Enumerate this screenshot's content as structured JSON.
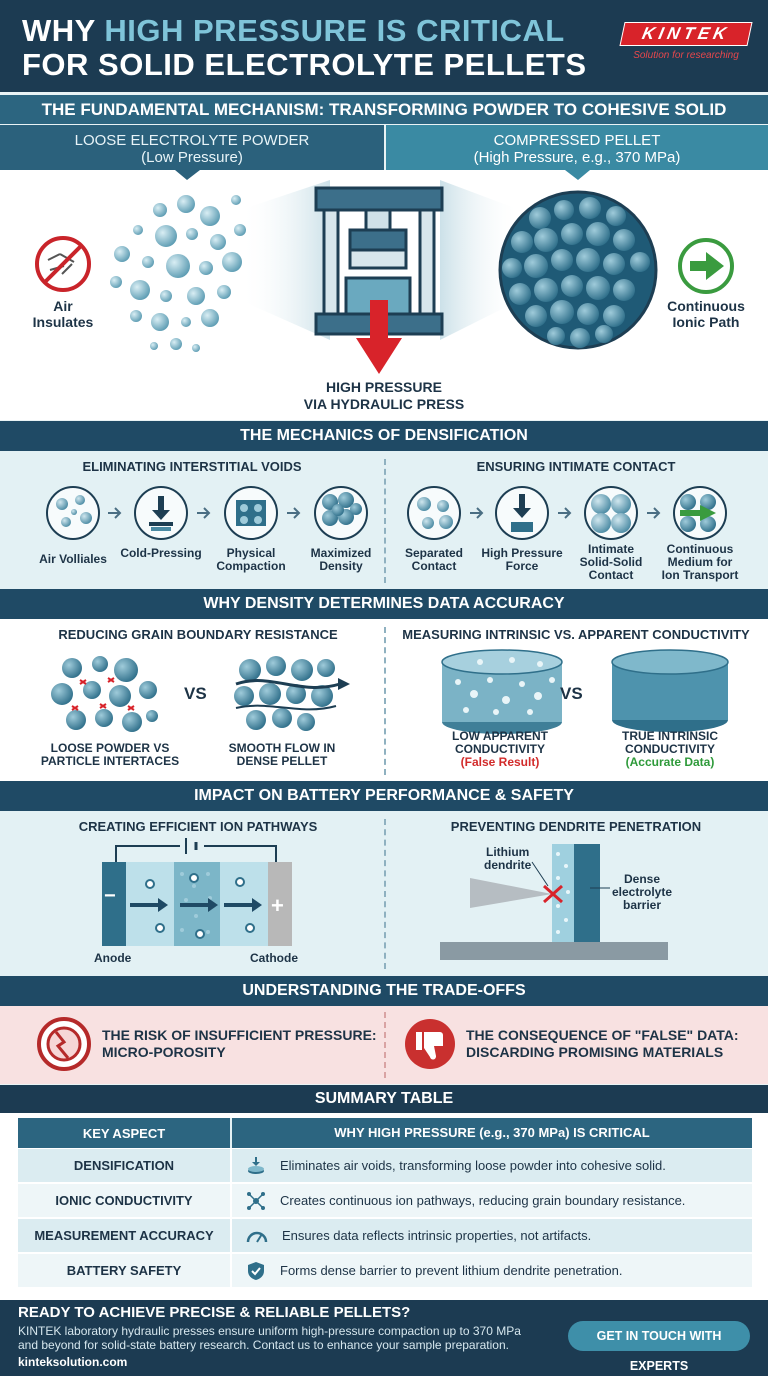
{
  "header": {
    "title_line1_plain": "WHY ",
    "title_line1_accent": "HIGH PRESSURE IS CRITICAL",
    "title_line2": "FOR SOLID ELECTROLYTE PELLETS",
    "logo_text": "KINTEK",
    "logo_tagline": "Solution for researching",
    "accent_color": "#7fc4d9",
    "brand_red": "#d8232a"
  },
  "mechanism": {
    "heading": "THE FUNDAMENTAL MECHANISM: TRANSFORMING POWDER TO COHESIVE SOLID",
    "left_title": "LOOSE ELECTROLYTE POWDER",
    "left_sub": "(Low Pressure)",
    "right_title": "COMPRESSED PELLET",
    "right_sub": "(High Pressure, e.g., 370 MPa)",
    "air_label_1": "Air",
    "air_label_2": "Insulates",
    "path_label_1": "Continuous",
    "path_label_2": "Ionic Path",
    "press_label_1": "HIGH PRESSURE",
    "press_label_2": "VIA HYDRAULIC PRESS"
  },
  "densification": {
    "heading": "THE MECHANICS OF DENSIFICATION",
    "left_title": "ELIMINATING INTERSTITIAL VOIDS",
    "right_title": "ENSURING INTIMATE CONTACT",
    "left_steps": [
      {
        "l1": "Air Volliales",
        "l2": ""
      },
      {
        "l1": "Cold-Pressing",
        "l2": ""
      },
      {
        "l1": "Physical",
        "l2": "Compaction"
      },
      {
        "l1": "Maximized",
        "l2": "Density"
      }
    ],
    "right_steps": [
      {
        "l1": "Separated",
        "l2": "Contact",
        "l3": ""
      },
      {
        "l1": "High Pressure",
        "l2": "Force",
        "l3": ""
      },
      {
        "l1": "Intimate",
        "l2": "Solid-Solid",
        "l3": "Contact"
      },
      {
        "l1": "Continuous",
        "l2": "Medium for",
        "l3": "Ion Transport"
      }
    ]
  },
  "accuracy": {
    "heading": "WHY DENSITY DETERMINES DATA ACCURACY",
    "left_title": "REDUCING GRAIN BOUNDARY RESISTANCE",
    "right_title": "MEASURING INTRINSIC VS. APPARENT CONDUCTIVITY",
    "vs": "VS",
    "loose_1": "LOOSE POWDER VS",
    "loose_2": "PARTICLE INTERTACES",
    "smooth_1": "SMOOTH FLOW IN",
    "smooth_2": "DENSE PELLET",
    "low_1": "LOW APPARENT",
    "low_2": "CONDUCTIVITY",
    "low_3": "(False Result)",
    "true_1": "TRUE INTRINSIC",
    "true_2": "CONDUCTIVITY",
    "true_3": "(Accurate Data)",
    "false_color": "#d22b2b",
    "ok_color": "#2e9a3a"
  },
  "battery": {
    "heading": "IMPACT ON BATTERY PERFORMANCE & SAFETY",
    "left_title": "CREATING EFFICIENT ION PATHWAYS",
    "right_title": "PREVENTING DENDRITE PENETRATION",
    "anode": "Anode",
    "cathode": "Cathode",
    "minus": "−",
    "plus": "+",
    "dendrite_1": "Lithium",
    "dendrite_2": "dendrite",
    "barrier_1": "Dense",
    "barrier_2": "electrolyte",
    "barrier_3": "barrier"
  },
  "tradeoffs": {
    "heading": "UNDERSTANDING THE TRADE-OFFS",
    "risk_1": "THE RISK OF INSUFFICIENT PRESSURE:",
    "risk_2": "MICRO-POROSITY",
    "cons_1": "THE CONSEQUENCE OF \"FALSE\" DATA:",
    "cons_2": "DISCARDING PROMISING MATERIALS"
  },
  "summary": {
    "heading": "SUMMARY TABLE",
    "col1": "KEY ASPECT",
    "col2": "WHY HIGH PRESSURE (e.g., 370 MPa) IS CRITICAL",
    "rows": [
      {
        "aspect": "DENSIFICATION",
        "icon": "pellet-icon",
        "text": "Eliminates air voids, transforming loose powder into cohesive solid."
      },
      {
        "aspect": "IONIC CONDUCTIVITY",
        "icon": "network-icon",
        "text": "Creates continuous ion pathways, reducing grain boundary resistance."
      },
      {
        "aspect": "MEASUREMENT ACCURACY",
        "icon": "gauge-icon",
        "text": "Ensures data reflects intrinsic properties, not artifacts."
      },
      {
        "aspect": "BATTERY SAFETY",
        "icon": "shield-icon",
        "text": "Forms dense barrier to prevent lithium dendrite penetration."
      }
    ]
  },
  "footer": {
    "headline": "READY TO ACHIEVE PRECISE & RELIABLE PELLETS?",
    "body_1": "KINTEK laboratory hydraulic presses ensure uniform high-pressure compaction up to 370 MPa",
    "body_2": "and beyond for solid-state battery research. Contact us to enhance your sample preparation.",
    "site": "kinteksolution.com",
    "cta": "GET IN TOUCH WITH EXPERTS"
  }
}
